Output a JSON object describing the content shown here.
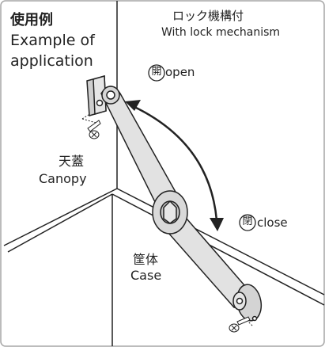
{
  "title": {
    "ja": "使用例",
    "en_line1": "Example of",
    "en_line2": "application"
  },
  "lock": {
    "ja": "ロック機構付",
    "en": "With lock mechanism"
  },
  "open": {
    "kanji": "開",
    "label": "open"
  },
  "close": {
    "kanji": "閉",
    "label": "close"
  },
  "canopy": {
    "ja": "天蓋",
    "en": "Canopy"
  },
  "case": {
    "ja": "筐体",
    "en": "Case"
  },
  "colors": {
    "line": "#222222",
    "frame": "#9a9a9a",
    "metal": "#e2e2e2",
    "metal_dark": "#b8b8b8"
  }
}
